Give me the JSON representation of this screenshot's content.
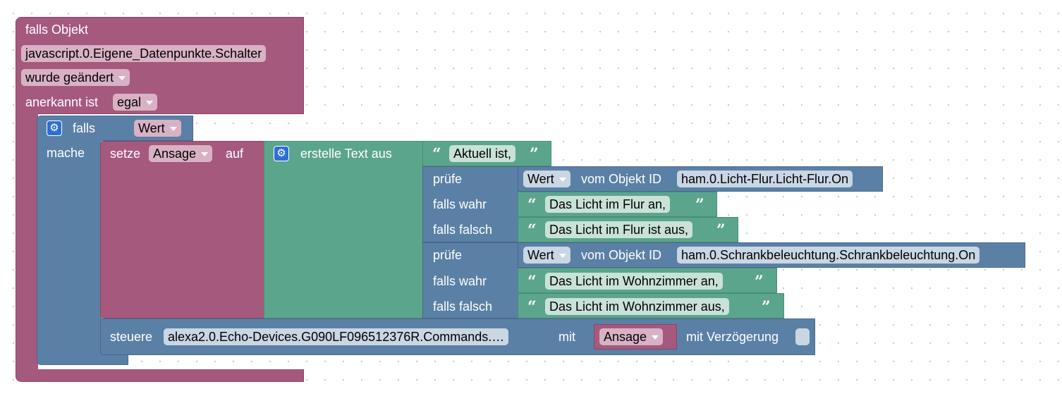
{
  "event": {
    "title": "falls Objekt",
    "object_id": "javascript.0.Eigene_Datenpunkte.Schalter",
    "trigger": "wurde geändert",
    "ack_label": "anerkannt ist",
    "ack_value": "egal"
  },
  "if_block": {
    "if_label": "falls",
    "do_label": "mache",
    "condition": "Wert"
  },
  "set_block": {
    "label": "setze",
    "variable": "Ansage",
    "to_label": "auf"
  },
  "text_join": {
    "label": "erstelle Text aus",
    "first_text": "Aktuell ist,"
  },
  "ternary_1": {
    "check_label": "prüfe",
    "value_dropdown": "Wert",
    "from_object_label": "vom Objekt ID",
    "object_id": "ham.0.Licht-Flur.Licht-Flur.On",
    "true_label": "falls wahr",
    "true_text": "Das Licht im Flur an,",
    "false_label": "falls falsch",
    "false_text": "Das Licht im Flur ist aus,"
  },
  "ternary_2": {
    "check_label": "prüfe",
    "value_dropdown": "Wert",
    "from_object_label": "vom Objekt ID",
    "object_id": "ham.0.Schrankbeleuchtung.Schrankbeleuchtung.On",
    "true_label": "falls wahr",
    "true_text": "Das Licht im Wohnzimmer an,",
    "false_label": "falls falsch",
    "false_text": "Das Licht im Wohnzimmer aus,"
  },
  "control_block": {
    "label": "steuere",
    "object_id": "alexa2.0.Echo-Devices.G090LF096512376R.Commands.…",
    "with_label": "mit",
    "value_variable": "Ansage",
    "delay_label": "mit Verzögerung"
  },
  "icons": {
    "mutator": "gear-icon",
    "quote_open": "“",
    "quote_close": "”"
  },
  "colors": {
    "event_block": "#a5597d",
    "logic_block": "#5b80a5",
    "text_block": "#5ba58c",
    "mutator_icon": "#2f6fd4"
  }
}
